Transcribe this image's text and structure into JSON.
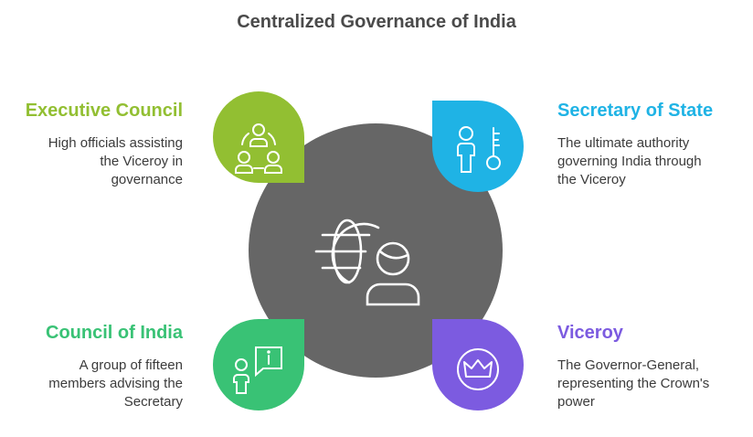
{
  "title": "Centralized Governance of India",
  "center": {
    "icon": "globe-person-icon",
    "color": "#666666"
  },
  "items": [
    {
      "position": "top-left",
      "heading": "Executive Council",
      "desc_lines": [
        "High officials assisting",
        "the Viceroy in",
        "governance"
      ],
      "color": "#92bf32",
      "icon": "group-icon"
    },
    {
      "position": "top-right",
      "heading": "Secretary of State",
      "desc_lines": [
        "The ultimate authority",
        "governing India through",
        "the Viceroy"
      ],
      "color": "#1fb3e5",
      "icon": "person-key-icon"
    },
    {
      "position": "bottom-left",
      "heading": "Council of India",
      "desc_lines": [
        "A group of fifteen",
        "members advising the",
        "Secretary"
      ],
      "color": "#39c275",
      "icon": "person-info-icon"
    },
    {
      "position": "bottom-right",
      "heading": "Viceroy",
      "desc_lines": [
        "The Governor-General,",
        "representing the Crown's",
        "power"
      ],
      "color": "#7c5be0",
      "icon": "crown-icon"
    }
  ]
}
